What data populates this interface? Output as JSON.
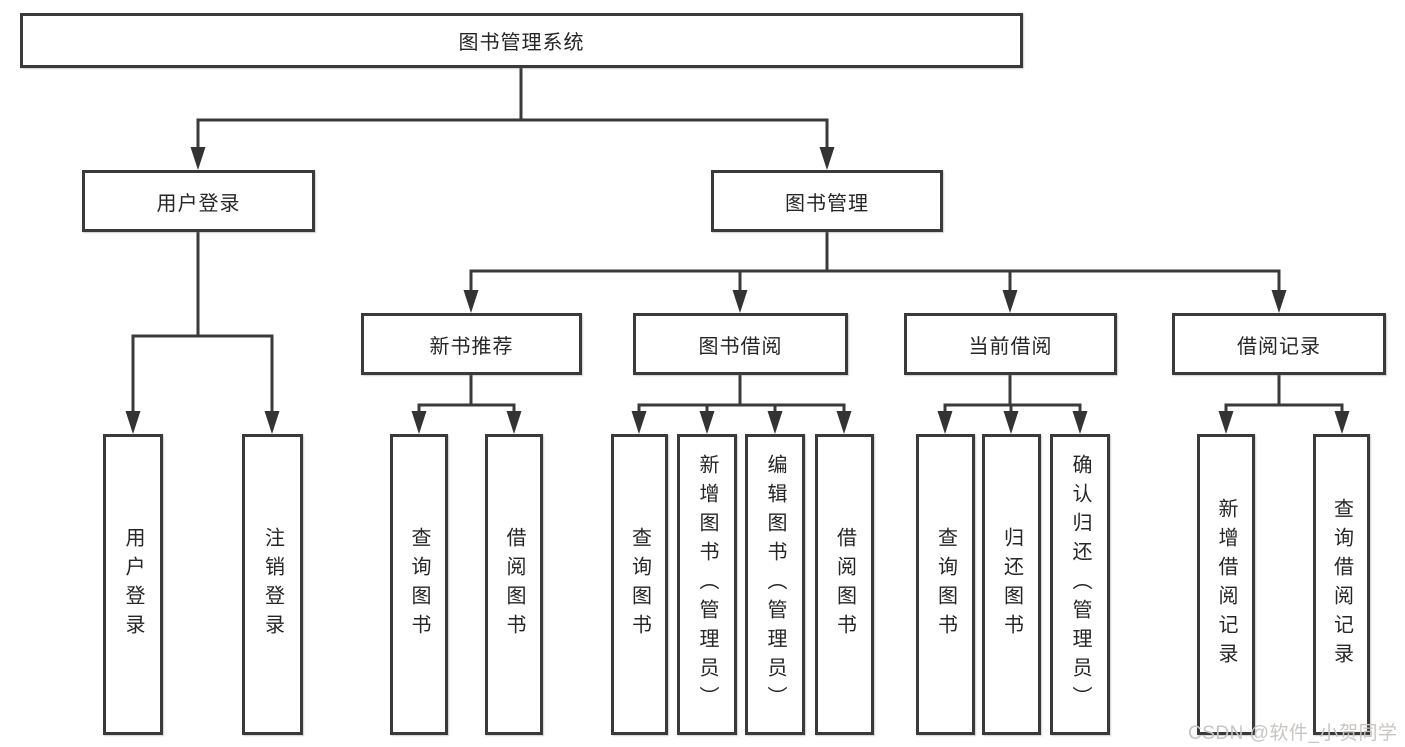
{
  "title": "图书管理系统",
  "tree": {
    "root": "图书管理系统",
    "branches": [
      {
        "label": "用户登录",
        "children": [
          "用户登录",
          "注销登录"
        ]
      },
      {
        "label": "图书管理",
        "groups": [
          {
            "label": "新书推荐",
            "children": [
              "查询图书",
              "借阅图书"
            ]
          },
          {
            "label": "图书借阅",
            "children": [
              "查询图书",
              "新增图书（管理员）",
              "编辑图书（管理员）",
              "借阅图书"
            ]
          },
          {
            "label": "当前借阅",
            "children": [
              "查询图书",
              "归还图书",
              "确认归还（管理员）"
            ]
          },
          {
            "label": "借阅记录",
            "children": [
              "新增借阅记录",
              "查询借阅记录"
            ]
          }
        ]
      }
    ]
  },
  "watermark": "CSDN @软件_小贺同学",
  "colors": {
    "line": "#3a3a3a",
    "box_border": "#3a3a3a",
    "text": "#262626",
    "watermark": "#c8c5c2",
    "background": "#ffffff"
  }
}
